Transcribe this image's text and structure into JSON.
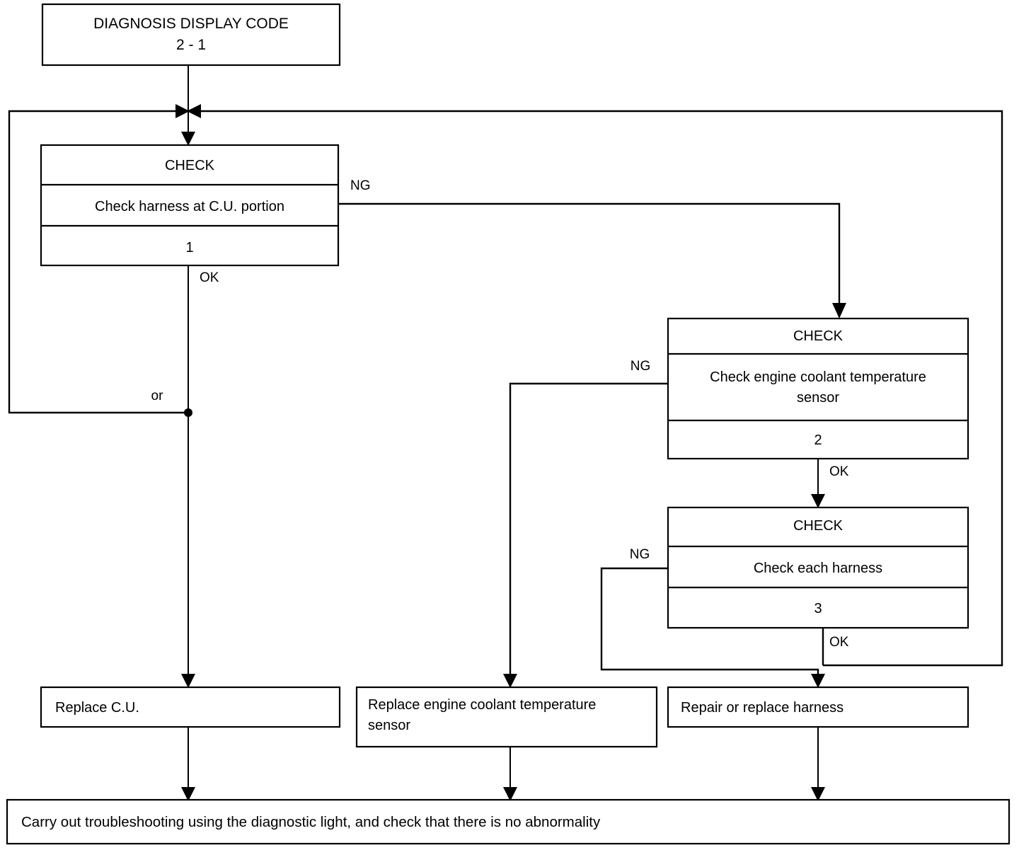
{
  "diagram": {
    "type": "troubleshooting-flowchart",
    "title_box": {
      "line1": "DIAGNOSIS DISPLAY CODE",
      "line2": "2 - 1"
    },
    "check_boxes": [
      {
        "id": "check-1",
        "header": "CHECK",
        "body": "Check harness at C.U. portion",
        "number": "1",
        "exit_ng": "NG",
        "exit_ok": "OK"
      },
      {
        "id": "check-2",
        "header": "CHECK",
        "body_line1": "Check engine coolant temperature",
        "body_line2": "sensor",
        "number": "2",
        "exit_ng": "NG",
        "exit_ok": "OK"
      },
      {
        "id": "check-3",
        "header": "CHECK",
        "body": "Check each harness",
        "number": "3",
        "exit_ng": "NG",
        "exit_ok": "OK"
      }
    ],
    "action_boxes": [
      {
        "id": "replace-cu",
        "text": "Replace C.U."
      },
      {
        "id": "replace-sensor",
        "line1": "Replace engine coolant temperature",
        "line2": "sensor"
      },
      {
        "id": "repair-harness",
        "text": "Repair or replace harness"
      }
    ],
    "or_label": "or",
    "footer_box": {
      "text": "Carry out troubleshooting using the diagnostic light, and check that there is no abnormality"
    },
    "colors": {
      "line": "#000000",
      "box_fill": "#ffffff",
      "page_background": "#ffffff"
    }
  }
}
